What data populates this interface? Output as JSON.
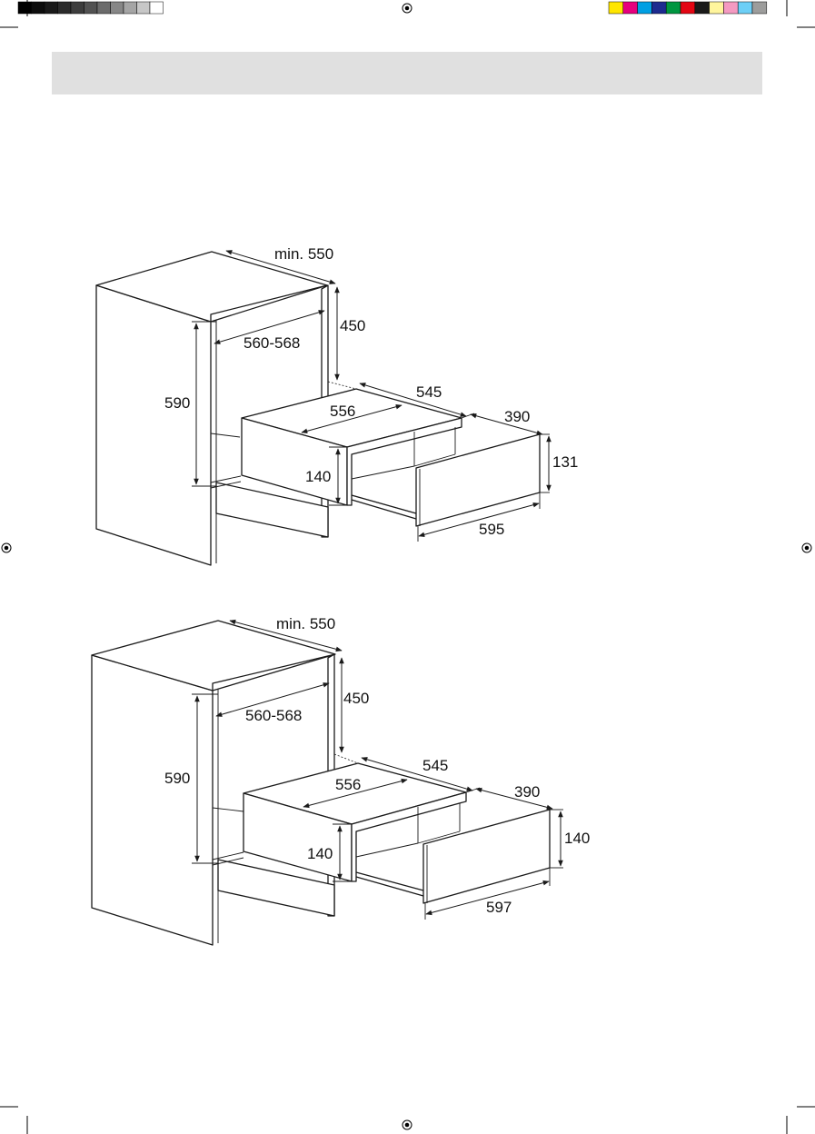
{
  "print_marks": {
    "gray_swatches": [
      "#000000",
      "#0d0d0d",
      "#1a1a1a",
      "#2b2b2b",
      "#3d3d3d",
      "#525252",
      "#6b6b6b",
      "#878787",
      "#a5a5a5",
      "#c7c7c7",
      "#ffffff"
    ],
    "color_swatches": [
      "#ffe600",
      "#e6007e",
      "#009fe3",
      "#1d2b8f",
      "#009640",
      "#e30613",
      "#1a1a1a",
      "#fff59d",
      "#f49ac1",
      "#6dcff6",
      "#9d9d9c"
    ]
  },
  "header": {
    "band_color": "#e0e0e0"
  },
  "diagram_top": {
    "dims": {
      "min_depth": "min. 550",
      "top_height": "450",
      "inner_width": "560-568",
      "cavity_height": "590",
      "drawer_depth": "545",
      "body_width": "556",
      "side_depth": "390",
      "front_height": "131",
      "body_height": "140",
      "front_width": "595"
    }
  },
  "diagram_bottom": {
    "dims": {
      "min_depth": "min. 550",
      "top_height": "450",
      "inner_width": "560-568",
      "cavity_height": "590",
      "drawer_depth": "545",
      "body_width": "556",
      "side_depth": "390",
      "front_height": "140",
      "body_height": "140",
      "front_width": "597"
    }
  }
}
